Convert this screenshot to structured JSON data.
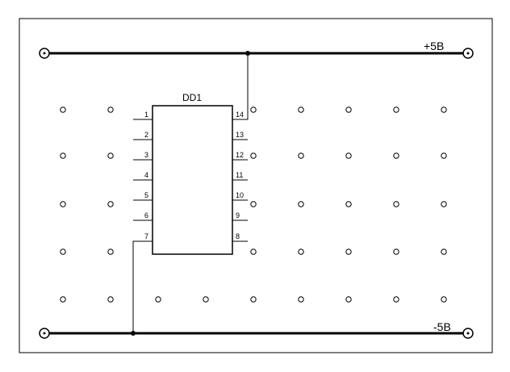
{
  "rails": {
    "top_label": "+5B",
    "bottom_label": "-5B"
  },
  "chip": {
    "label": "DD1",
    "left_pins": [
      "1",
      "2",
      "3",
      "4",
      "5",
      "6",
      "7"
    ],
    "right_pins": [
      "14",
      "13",
      "12",
      "11",
      "10",
      "9",
      "8"
    ]
  },
  "board": {
    "hole_grid_rows": 5,
    "hole_grid_cols": 9
  },
  "colors": {
    "ink": "#000000",
    "paper": "#ffffff"
  }
}
